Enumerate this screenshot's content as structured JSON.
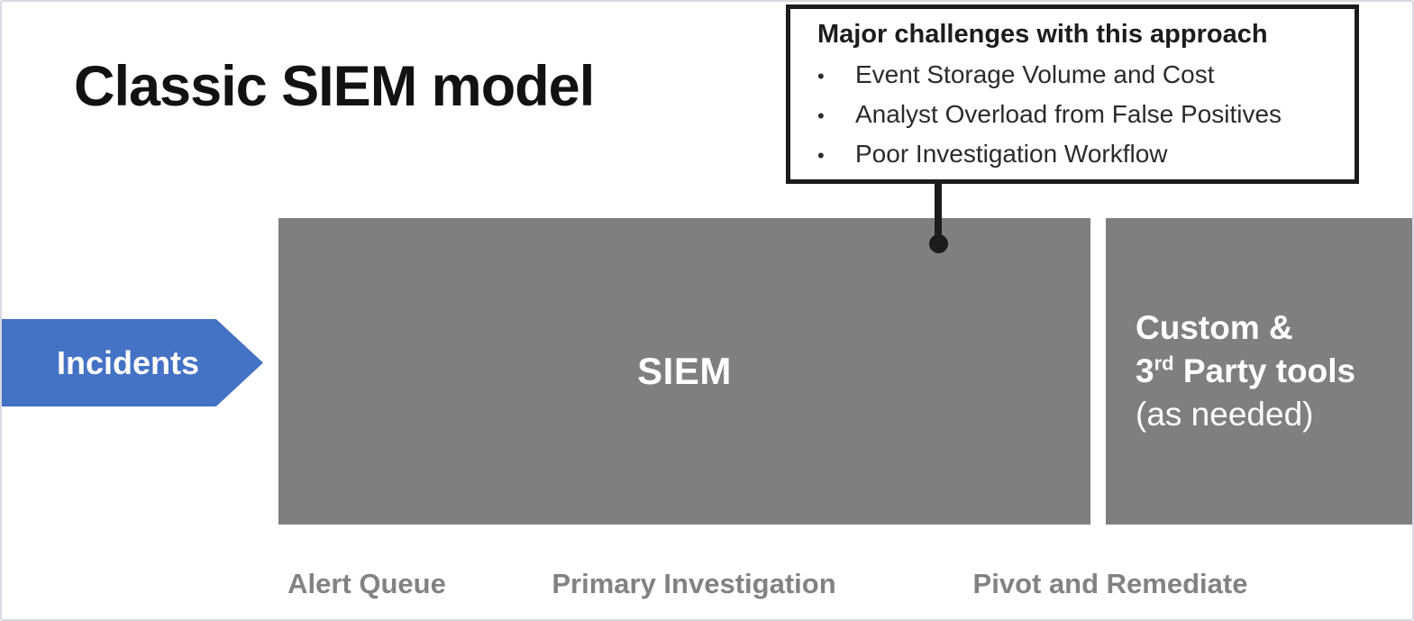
{
  "slide": {
    "title": "Classic SIEM model",
    "incidents_arrow": {
      "label": "Incidents",
      "color": "#4472C4"
    },
    "siem_box": {
      "label": "SIEM",
      "color": "#7F7F7F"
    },
    "tools_box": {
      "line1": "Custom &",
      "line2_base": "3",
      "line2_sup": "rd",
      "line2_rest": " Party tools",
      "line3": "(as needed)",
      "color": "#7F7F7F"
    },
    "callout": {
      "title": "Major challenges with this approach",
      "bullet_char": "•",
      "bullets": [
        "Event Storage Volume and Cost",
        "Analyst Overload from False Positives",
        "Poor Investigation Workflow"
      ],
      "border_color": "#1C1C1C"
    },
    "stage_labels": [
      "Alert Queue",
      "Primary Investigation",
      "Pivot and Remediate"
    ]
  }
}
